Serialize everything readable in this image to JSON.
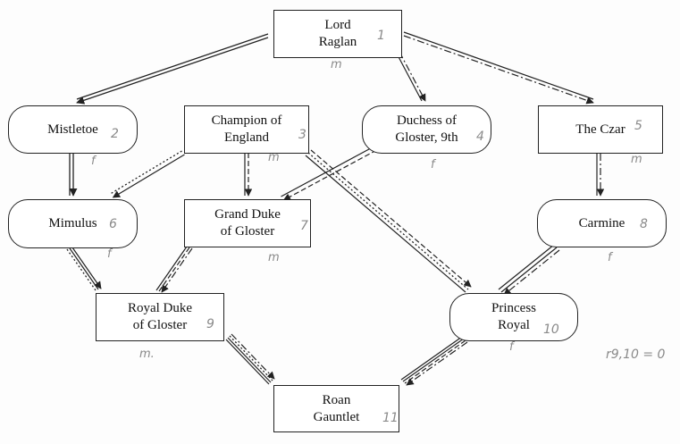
{
  "nodes": {
    "lord_raglan": {
      "label": "Lord\nRaglan",
      "mark": "1",
      "sex": "m"
    },
    "mistletoe": {
      "label": "Mistletoe",
      "mark": "2",
      "sex": "f"
    },
    "champion_of_england": {
      "label": "Champion of\nEngland",
      "mark": "3",
      "sex": "m"
    },
    "duchess_of_gloster": {
      "label": "Duchess of\nGloster, 9th",
      "mark": "4",
      "sex": "f"
    },
    "the_czar": {
      "label": "The Czar",
      "mark": "5",
      "sex": "m"
    },
    "mimulus": {
      "label": "Mimulus",
      "mark": "6",
      "sex": "f"
    },
    "grand_duke_of_gloster": {
      "label": "Grand Duke\nof Gloster",
      "mark": "7",
      "sex": "m"
    },
    "carmine": {
      "label": "Carmine",
      "mark": "8",
      "sex": "f"
    },
    "royal_duke_of_gloster": {
      "label": "Royal Duke\nof Gloster",
      "mark": "9",
      "sex": "m."
    },
    "princess_royal": {
      "label": "Princess\nRoyal",
      "mark": "10",
      "sex": "f"
    },
    "roan_gauntlet": {
      "label": "Roan\nGauntlet",
      "mark": "11"
    }
  },
  "annotation": "r9,10 = 0"
}
